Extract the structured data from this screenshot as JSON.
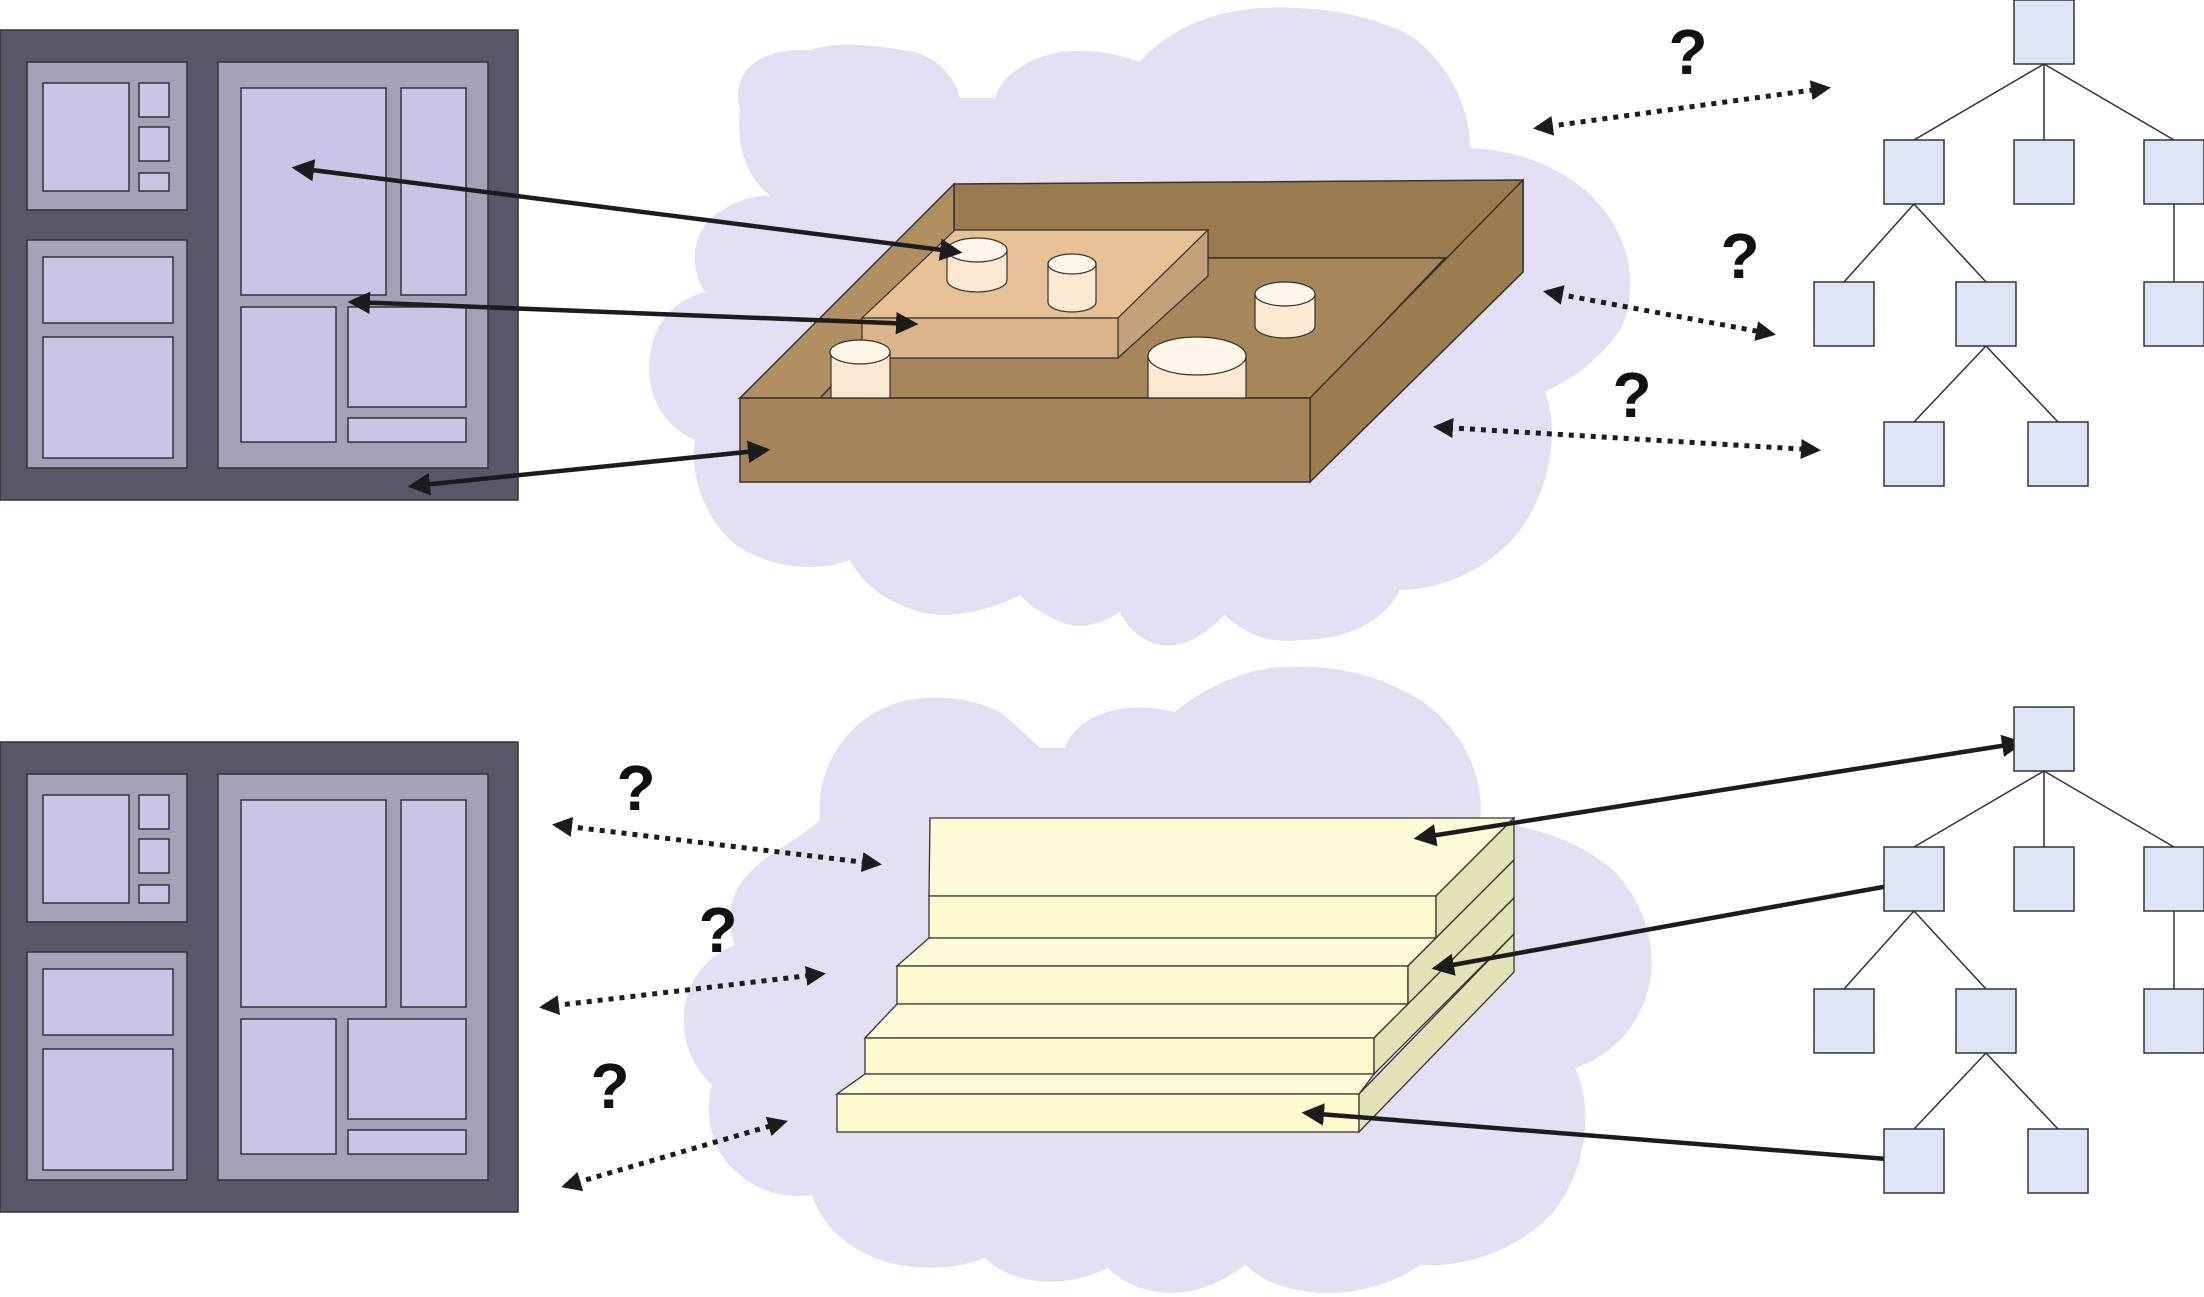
{
  "colors": {
    "background": "#ffffff",
    "ui_frame_outer": "#5c5669",
    "ui_frame_panel": "#a59fb7",
    "ui_frame_inner": "#cbc3e6",
    "cloud": "#e3dff3",
    "box_wood": "#a7865a",
    "tray": "#e8c095",
    "cylinder": "#fff1e1",
    "layers": "#fefad0",
    "tree_node": "#dde4f6",
    "arrow": "#1c1c1c"
  },
  "top_section": {
    "ui_mockup": "ui-layout-mockup",
    "model": "3d-nested-box-model",
    "tree": "hierarchy-tree",
    "question_marks": [
      "?",
      "?",
      "?"
    ],
    "connector_style": "dotted-bidirectional"
  },
  "bottom_section": {
    "ui_mockup": "ui-layout-mockup",
    "model": "stacked-layer-model",
    "tree": "hierarchy-tree",
    "question_marks": [
      "?",
      "?",
      "?"
    ],
    "connector_style": "solid-bidirectional"
  }
}
